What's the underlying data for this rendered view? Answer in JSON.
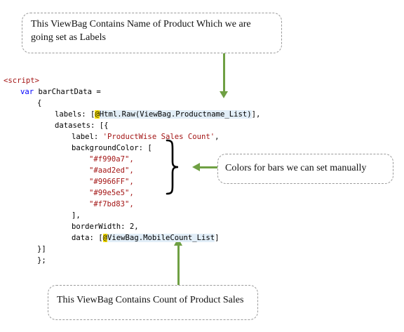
{
  "callouts": {
    "top_line1": "This ViewBag  Contains Name of Product Which we are",
    "top_line2": "going set as Labels",
    "right": "Colors for bars we can set manually",
    "bottom": "This ViewBag  Contains Count of Product Sales"
  },
  "code": {
    "script_tag": "<script>",
    "var_kw": "var",
    "var_decl": " barChartData =",
    "open_brace": "{",
    "labels_key": "labels: [",
    "labels_at": "@",
    "labels_expr": "Html.Raw(ViewBag.Productname_List)",
    "labels_close": "],",
    "datasets": "datasets: [{",
    "label_key": "label: ",
    "label_val": "'ProductWise Sales Count'",
    "label_comma": ",",
    "bg_color": "backgroundColor: [",
    "color1": "\"#f990a7\",",
    "color2": "\"#aad2ed\",",
    "color3": "\"#9966FF\",",
    "color4": "\"#99e5e5\",",
    "color5": "\"#f7bd83\",",
    "bg_close": "],",
    "border_width": "borderWidth: 2,",
    "data_key": "data: [",
    "data_at": "@",
    "data_expr": "ViewBag.MobileCount_List",
    "data_close": "]",
    "close_bracket": "}]",
    "close_brace": "};"
  },
  "colors": {
    "arrow": "#6fa043",
    "callout_border": "#9a9a9a",
    "keyword": "#0000ff",
    "string": "#a31515",
    "razor_highlight": "#ffe400",
    "expr_highlight": "#e2eef8"
  }
}
